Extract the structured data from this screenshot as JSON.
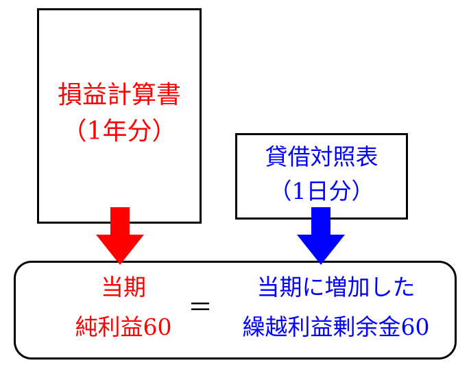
{
  "income_statement": {
    "title": "損益計算書",
    "period": "（1年分）"
  },
  "balance_sheet": {
    "title": "貸借対照表",
    "period": "（1日分）"
  },
  "equation": {
    "left_line1": "当期",
    "left_line2": "純利益60",
    "equals": "＝",
    "right_line1": "当期に増加した",
    "right_line2": "繰越利益剰余金60"
  },
  "colors": {
    "income_statement": "#ff0000",
    "balance_sheet": "#0000ff",
    "border": "#000000"
  }
}
